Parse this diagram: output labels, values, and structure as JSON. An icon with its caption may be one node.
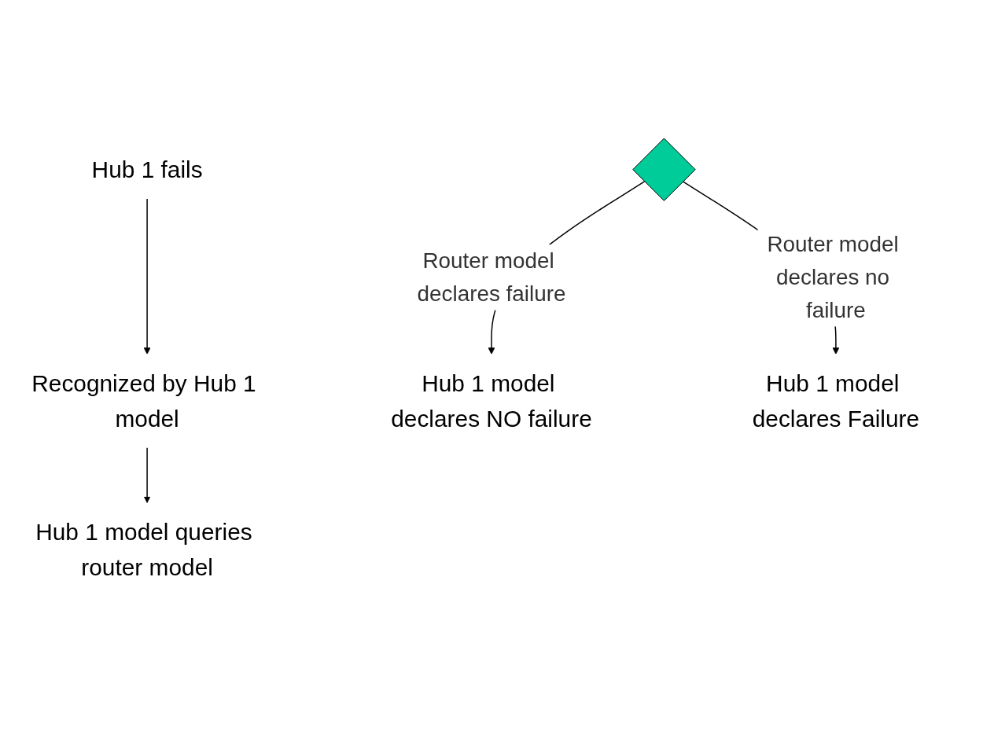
{
  "diagram": {
    "nodes": [
      {
        "text": [
          "Hub 1 fails"
        ]
      },
      {
        "text": [
          "Recognized by Hub 1 model"
        ]
      },
      {
        "text": [
          "Hub 1 model queries router model"
        ]
      },
      {
        "text": [],
        "shape": "diamond"
      },
      {
        "text": [
          "Hub 1 model declares NO failure"
        ]
      },
      {
        "text": [
          "Hub 1 model declares Failure"
        ]
      }
    ],
    "edges": [
      {
        "from": 0,
        "to": 1,
        "arrow": "to"
      },
      {
        "from": 1,
        "to": 2,
        "arrow": "to"
      },
      {
        "from": 3,
        "to": 4,
        "arrow": "to",
        "label": "Router model declares failure"
      },
      {
        "from": 3,
        "to": 5,
        "arrow": "to",
        "label": "Router model declares no failure"
      }
    ]
  }
}
